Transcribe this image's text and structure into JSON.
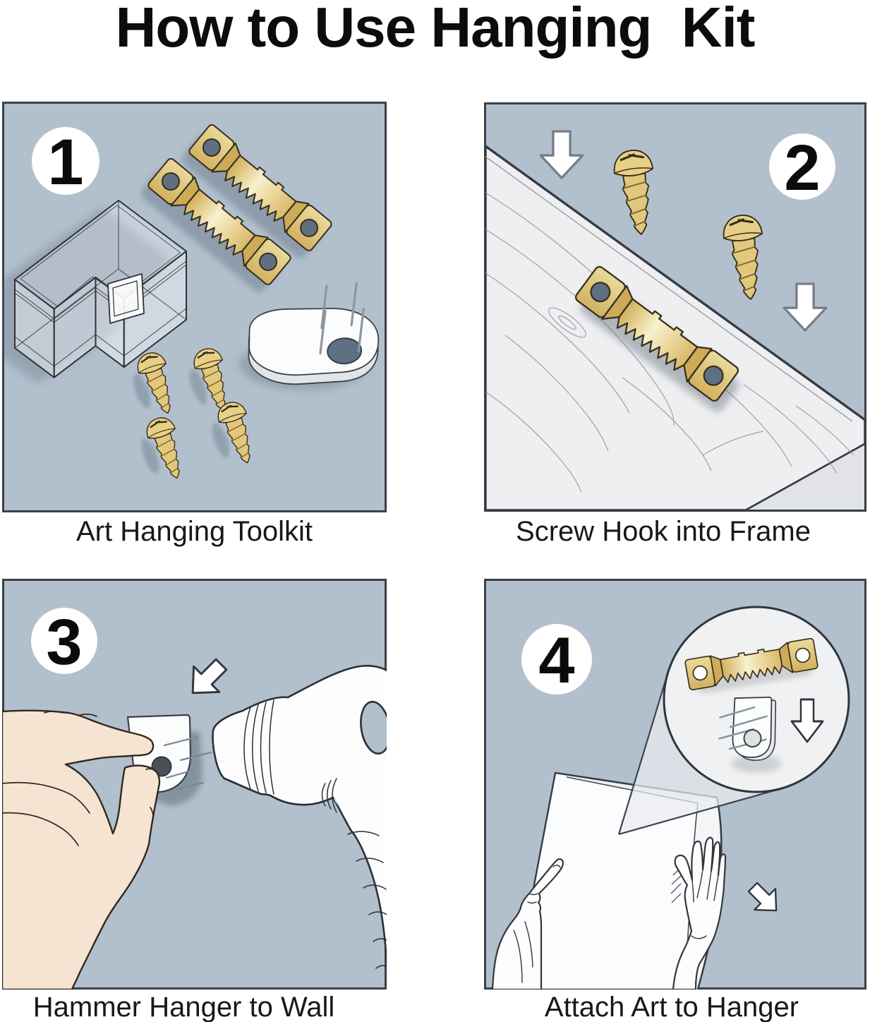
{
  "title": "How to Use Hanging  Kit",
  "panels": [
    {
      "number": "1",
      "caption": "Art Hanging Toolkit"
    },
    {
      "number": "2",
      "caption": "Screw Hook into Frame"
    },
    {
      "number": "3",
      "caption": "Hammer Hanger to Wall"
    },
    {
      "number": "4",
      "caption": "Attach Art to Hanger"
    }
  ],
  "colors": {
    "page-bg": "#ffffff",
    "panel-bg": "#b2c0cd",
    "panel-border": "#39424c",
    "ink": "#2d3339",
    "gold-light": "#f6efc8",
    "gold-mid": "#e7d08f",
    "gold-base": "#d9bd70",
    "gold-dark": "#c2a050",
    "gold-outline": "#37301e",
    "hole-dark": "#5e7082",
    "white-object": "#fcfdfd",
    "board": "#efeff1",
    "board-side": "#e2e3e6",
    "wood-grain": "#8d949b",
    "circle-fill": "#f0f1f2",
    "skin": "#f5e4d1",
    "skin-outline": "#33291f",
    "hammer-shade": "#cdd7cf",
    "pin-gray": "#8d969d",
    "arrow-gray": "#767e86",
    "shadow": "rgba(73,90,106,0.35)"
  }
}
